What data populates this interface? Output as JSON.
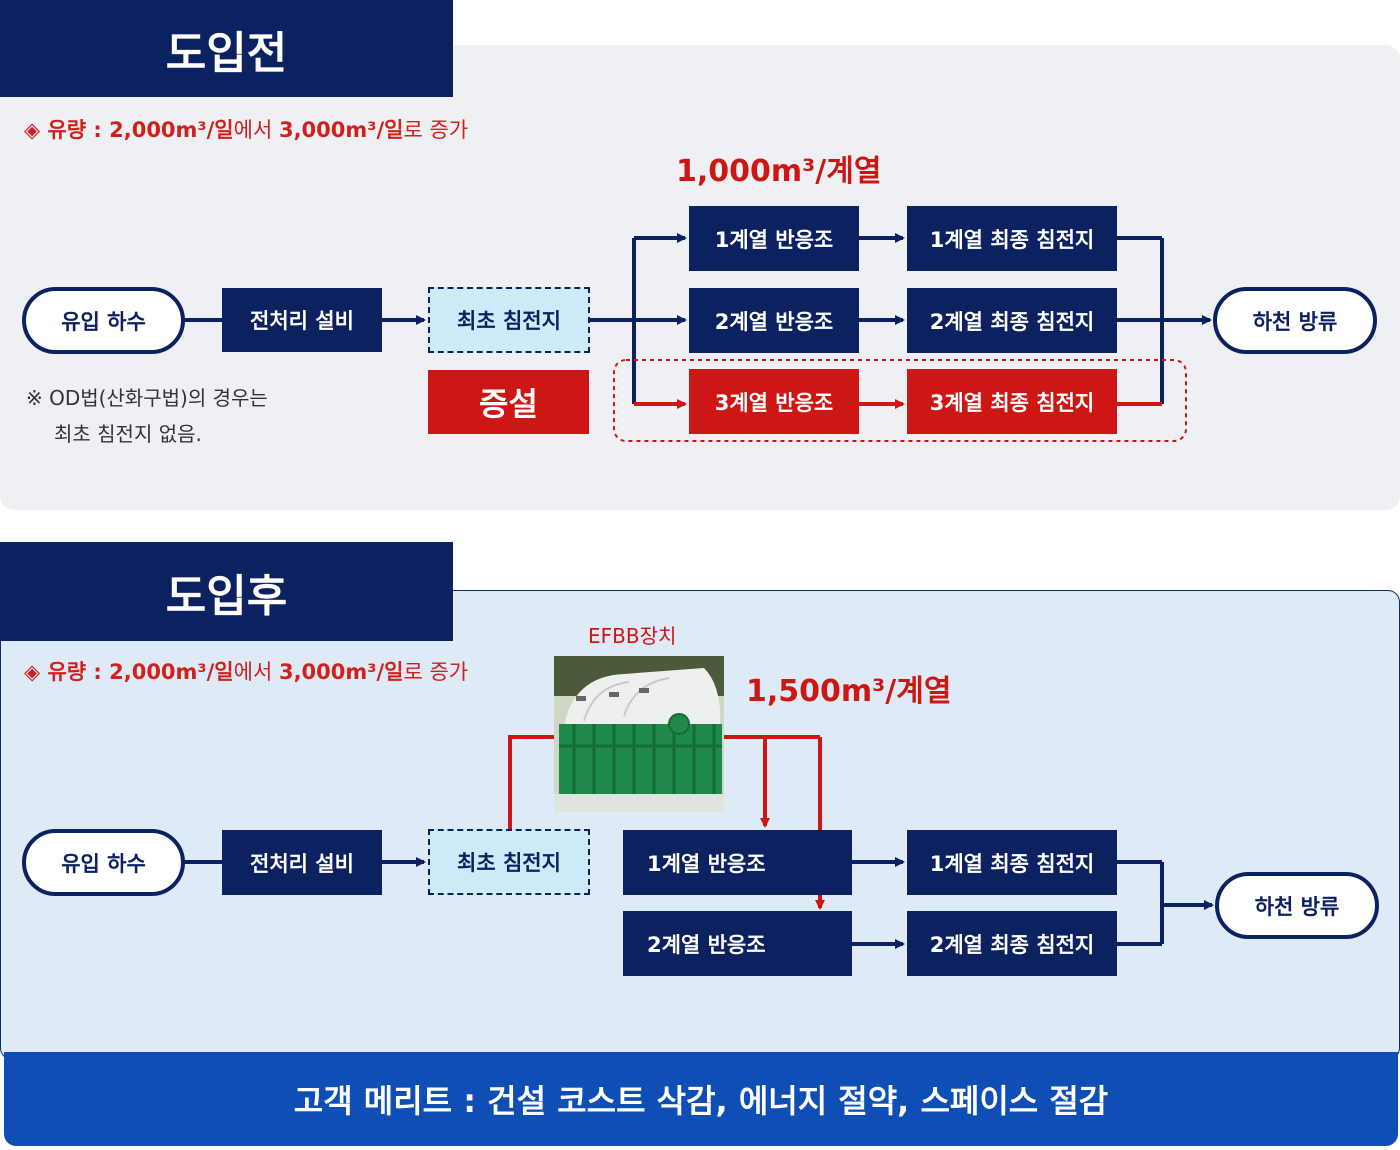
{
  "before": {
    "tab": "도입전",
    "note_bold1": "◈ 유량 : 2,000m³/일",
    "note_mid": "에서 ",
    "note_bold2": "3,000m³/일",
    "note_end": "로 증가",
    "flow_rate": "1,000m³/계열",
    "inflow": "유입 하수",
    "pretreatment": "전처리 설비",
    "primary": "최초 침전지",
    "reactors": [
      "1계열 반응조",
      "2계열 반응조",
      "3계열 반응조"
    ],
    "final_clarifiers": [
      "1계열 최종 침전지",
      "2계열 최종 침전지",
      "3계열 최종 침전지"
    ],
    "discharge": "하천 방류",
    "expansion": "증설",
    "od_note_line1": "※ OD법(산화구법)의 경우는",
    "od_note_line2": "최초 침전지 없음."
  },
  "after": {
    "tab": "도입후",
    "note_bold1": "◈ 유량 : 2,000m³/일",
    "note_mid": "에서 ",
    "note_bold2": "3,000m³/일",
    "note_end": "로 증가",
    "efbb_label": "EFBB장치",
    "flow_rate": "1,500m³/계열",
    "inflow": "유입 하수",
    "pretreatment": "전처리 설비",
    "primary": "최초 침전지",
    "reactors": [
      "1계열 반응조",
      "2계열 반응조"
    ],
    "final_clarifiers": [
      "1계열 최종 침전지",
      "2계열 최종 침전지"
    ],
    "discharge": "하천 방류"
  },
  "merit": "고객 메리트 : 건설 코스트 삭감, 에너지 절약, 스페이스 절감",
  "colors": {
    "navy": "#0c2160",
    "red": "#cc1714",
    "merit_blue": "#0f4fb5"
  }
}
